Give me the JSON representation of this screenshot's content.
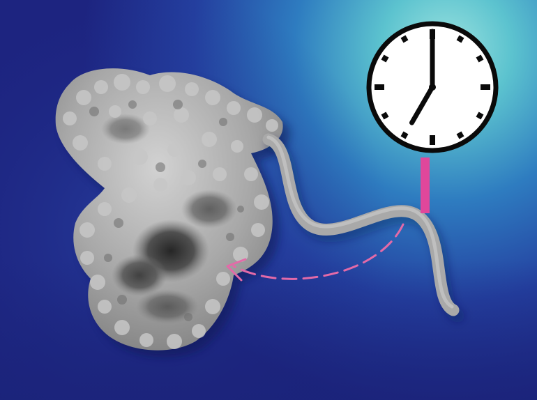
{
  "scene": {
    "description_items": [],
    "colors": {
      "background_deep": "#1d2480",
      "background_mid": "#2a57b0",
      "background_glow": "#7ad7d7",
      "protein_light": "#b9b9b9",
      "protein_mid": "#8f8f8f",
      "protein_dark": "#3b3b3b",
      "tether": "#a9a9a9",
      "accent": "#e0479b",
      "clock_face": "#ffffff",
      "clock_stroke": "#0a0a0a"
    },
    "clock": {
      "hour": 7,
      "minute": 0
    },
    "icons": [
      "protein-structure",
      "peptide-tether",
      "clock-icon",
      "dashed-arrow"
    ]
  }
}
